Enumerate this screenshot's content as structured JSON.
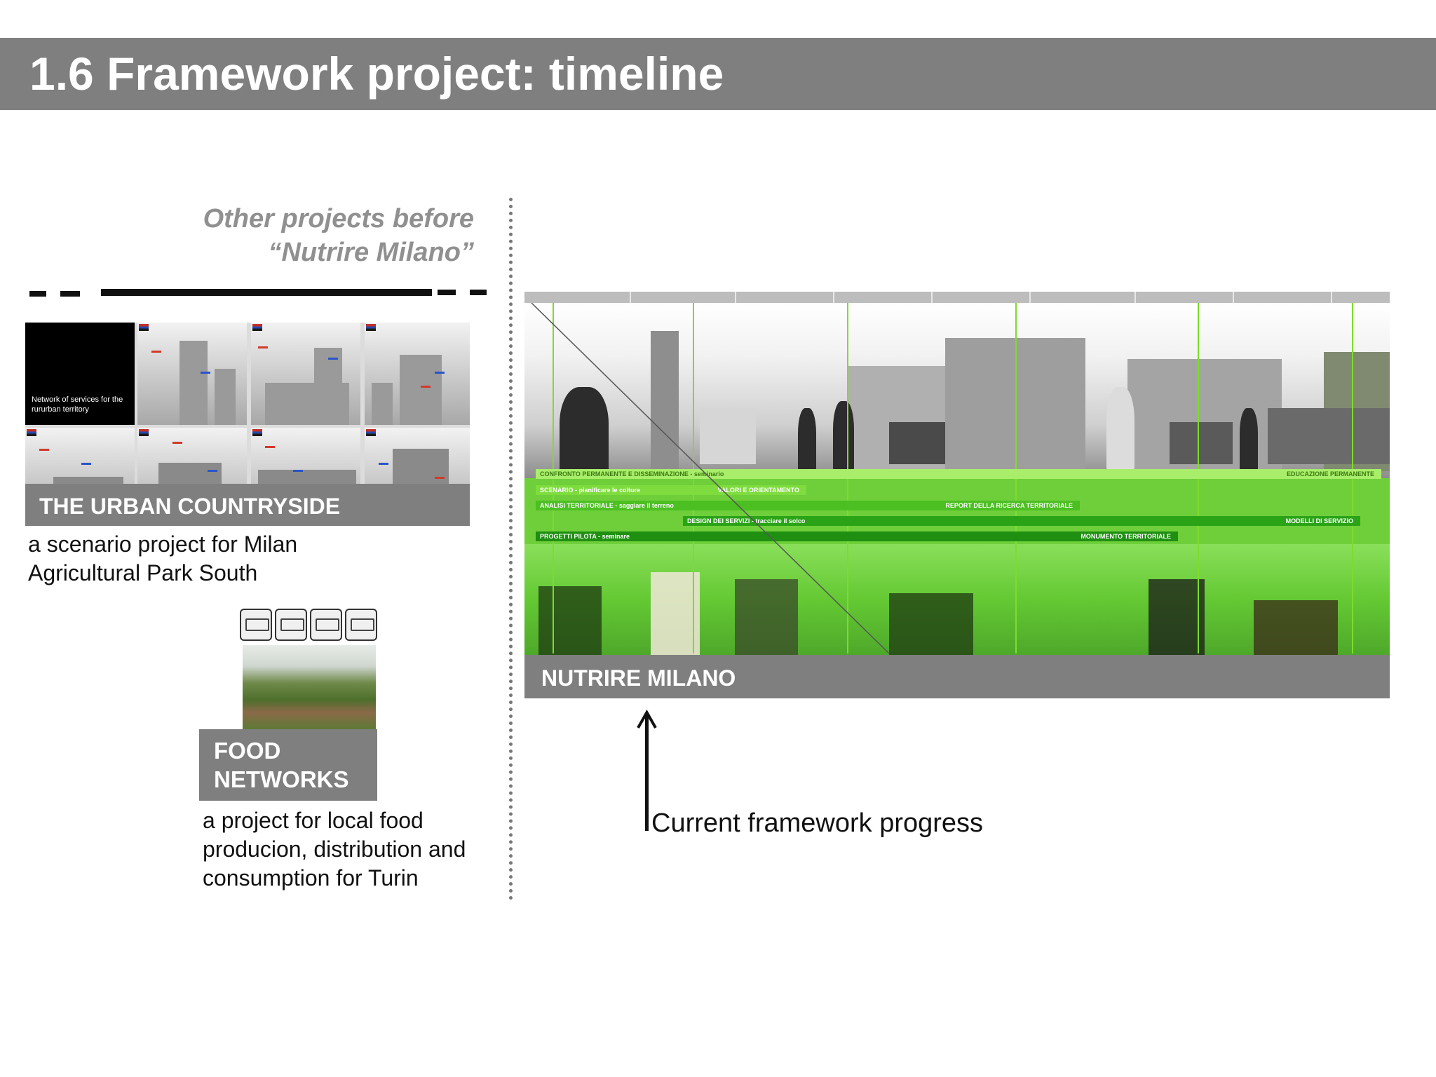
{
  "title": "1.6 Framework project: timeline",
  "before_label": {
    "line1": "Other projects before",
    "line2": "“Nutrire Milano”"
  },
  "urban_countryside": {
    "thumbnail_caption": "Network of services for the rururban territory",
    "label": "THE URBAN COUNTRYSIDE",
    "description_line1": "a scenario project for Milan",
    "description_line2": "Agricultural Park South"
  },
  "food_networks": {
    "label_line1": "FOOD",
    "label_line2": "NETWORKS",
    "description_line1": "a project for local food",
    "description_line2": "producion, distribution and",
    "description_line3": "consumption for Turin"
  },
  "nutrire_milano": {
    "label": "NUTRIRE MILANO",
    "bars": [
      {
        "label": "CONFRONTO PERMANENTE E DISSEMINAZIONE - seminario",
        "end": "EDUCAZIONE PERMANENTE",
        "color": "#a8ee6a"
      },
      {
        "label": "SCENARIO - pianificare le colture",
        "end": "VALORI E ORIENTAMENTO",
        "color": "#7fdc3e"
      },
      {
        "label": "ANALISI TERRITORIALE - saggiare il terreno",
        "end": "REPORT DELLA RICERCA TERRITORIALE",
        "color": "#4cbf22"
      },
      {
        "label": "DESIGN DEI SERVIZI - tracciare il solco",
        "end": "MODELLI DI SERVIZIO",
        "color": "#2aa317"
      },
      {
        "label": "PROGETTI PILOTA - seminare",
        "end": "MONUMENTO TERRITORIALE",
        "color": "#1f8f12"
      }
    ]
  },
  "progress": {
    "label": "Current framework progress"
  },
  "colors": {
    "header_gray": "#7f7f7f",
    "accent_green": "#6fcf3a"
  }
}
